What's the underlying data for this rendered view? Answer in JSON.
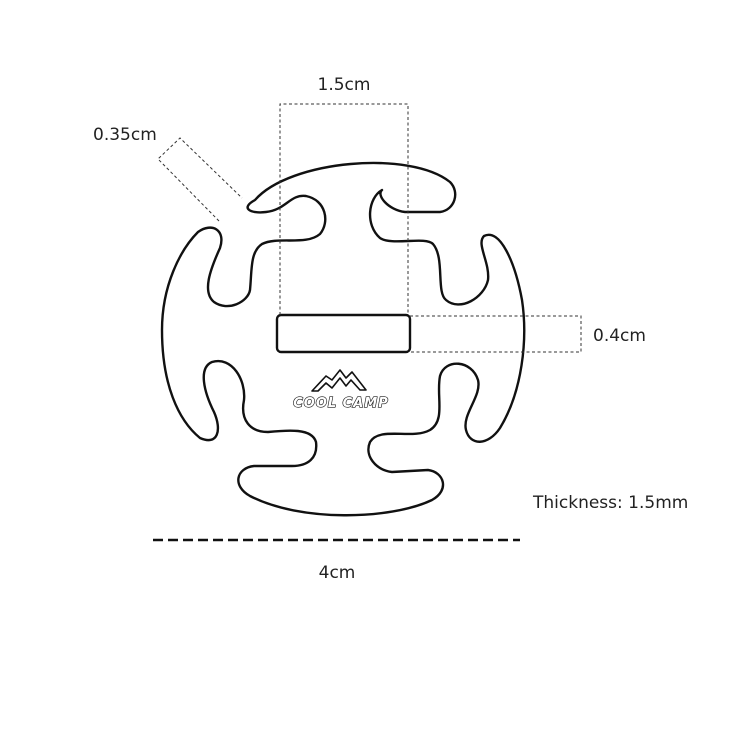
{
  "product": {
    "brand_logo_text": "COOL CAMP"
  },
  "dimensions": {
    "slot_width": "1.5cm",
    "slot_height": "0.4cm",
    "notch_width": "0.35cm",
    "diameter": "4cm",
    "thickness": "Thickness: 1.5mm"
  },
  "colors": {
    "outline": "#111111",
    "background": "#ffffff",
    "dimension_lines": "#333333"
  }
}
